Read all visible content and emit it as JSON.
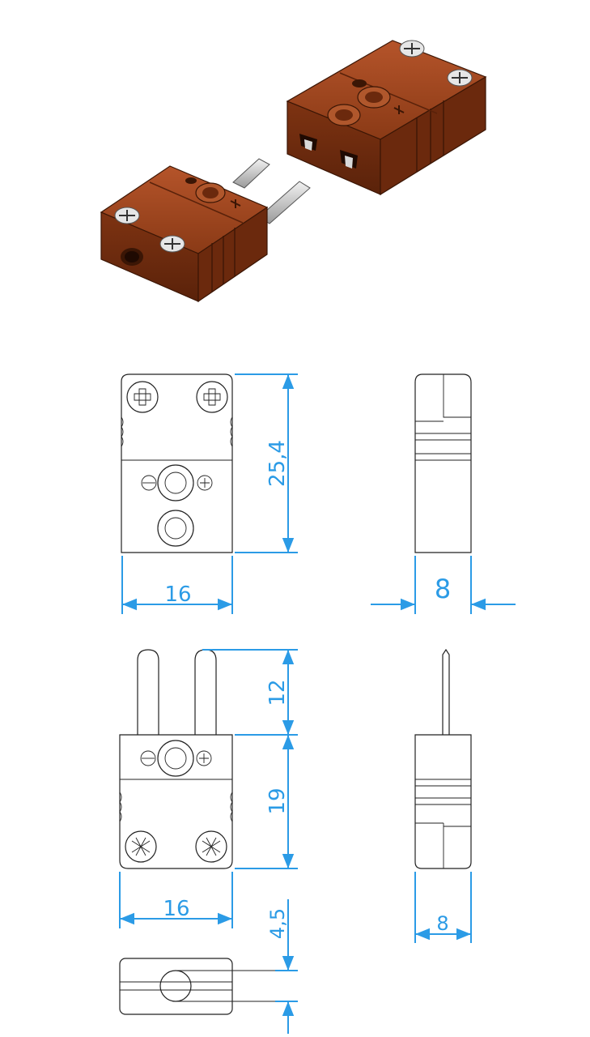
{
  "colors": {
    "dimension": "#2b9be6",
    "connector_body": "#8a3a16",
    "outline": "#222222",
    "pin": "#d9d9d9"
  },
  "dimensions": {
    "female_height": "25,4",
    "female_width": "16",
    "female_depth": "8",
    "pin_length": "12",
    "male_height": "19",
    "male_width": "16",
    "male_depth": "8",
    "cable_hole": "4,5"
  }
}
